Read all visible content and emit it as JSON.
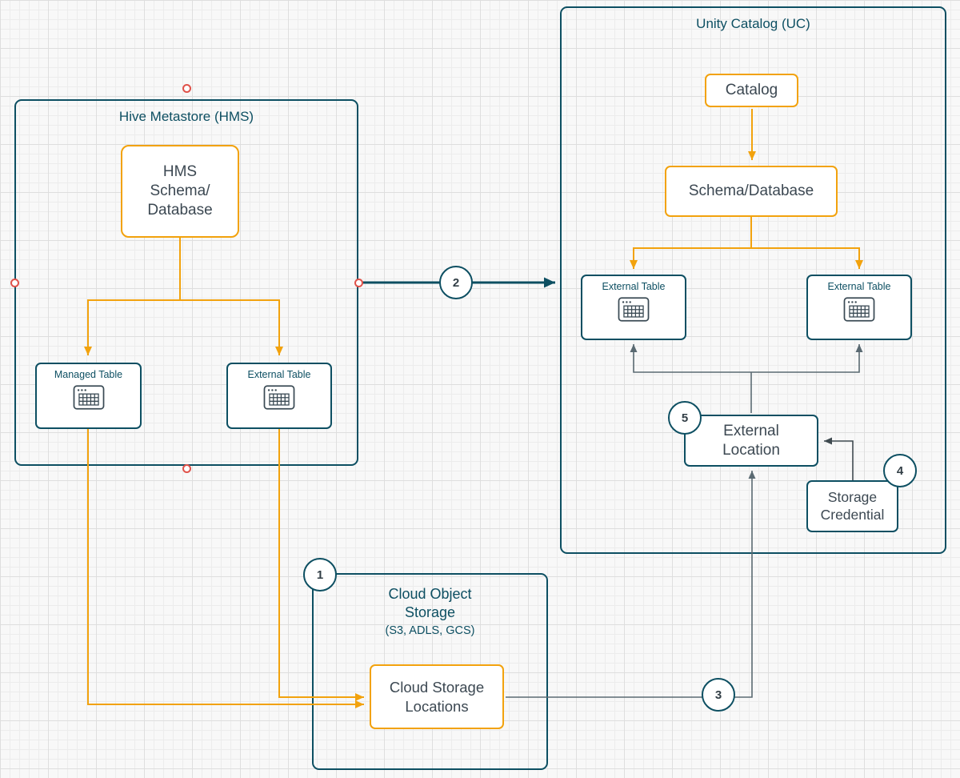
{
  "canvas": {
    "hms": {
      "title": "Hive Metastore (HMS)",
      "schema": "HMS\nSchema/\nDatabase",
      "managed_table_label": "Managed Table",
      "external_table_label": "External Table"
    },
    "uc": {
      "title": "Unity Catalog (UC)",
      "catalog": "Catalog",
      "schema": "Schema/Database",
      "external_table_left_label": "External Table",
      "external_table_right_label": "External Table",
      "external_location": "External\nLocation",
      "storage_credential": "Storage\nCredential"
    },
    "cloud": {
      "title": "Cloud Object\nStorage",
      "subtitle": "(S3, ADLS, GCS)",
      "locations": "Cloud Storage\nLocations"
    },
    "steps": {
      "s1": "1",
      "s2": "2",
      "s3": "3",
      "s4": "4",
      "s5": "5"
    },
    "colors": {
      "teal": "#0d4f62",
      "orange": "#f2a20d",
      "edge_gray": "#5a6a72",
      "edge_dark": "#3f4a50",
      "handle_red": "#e0524a"
    }
  }
}
